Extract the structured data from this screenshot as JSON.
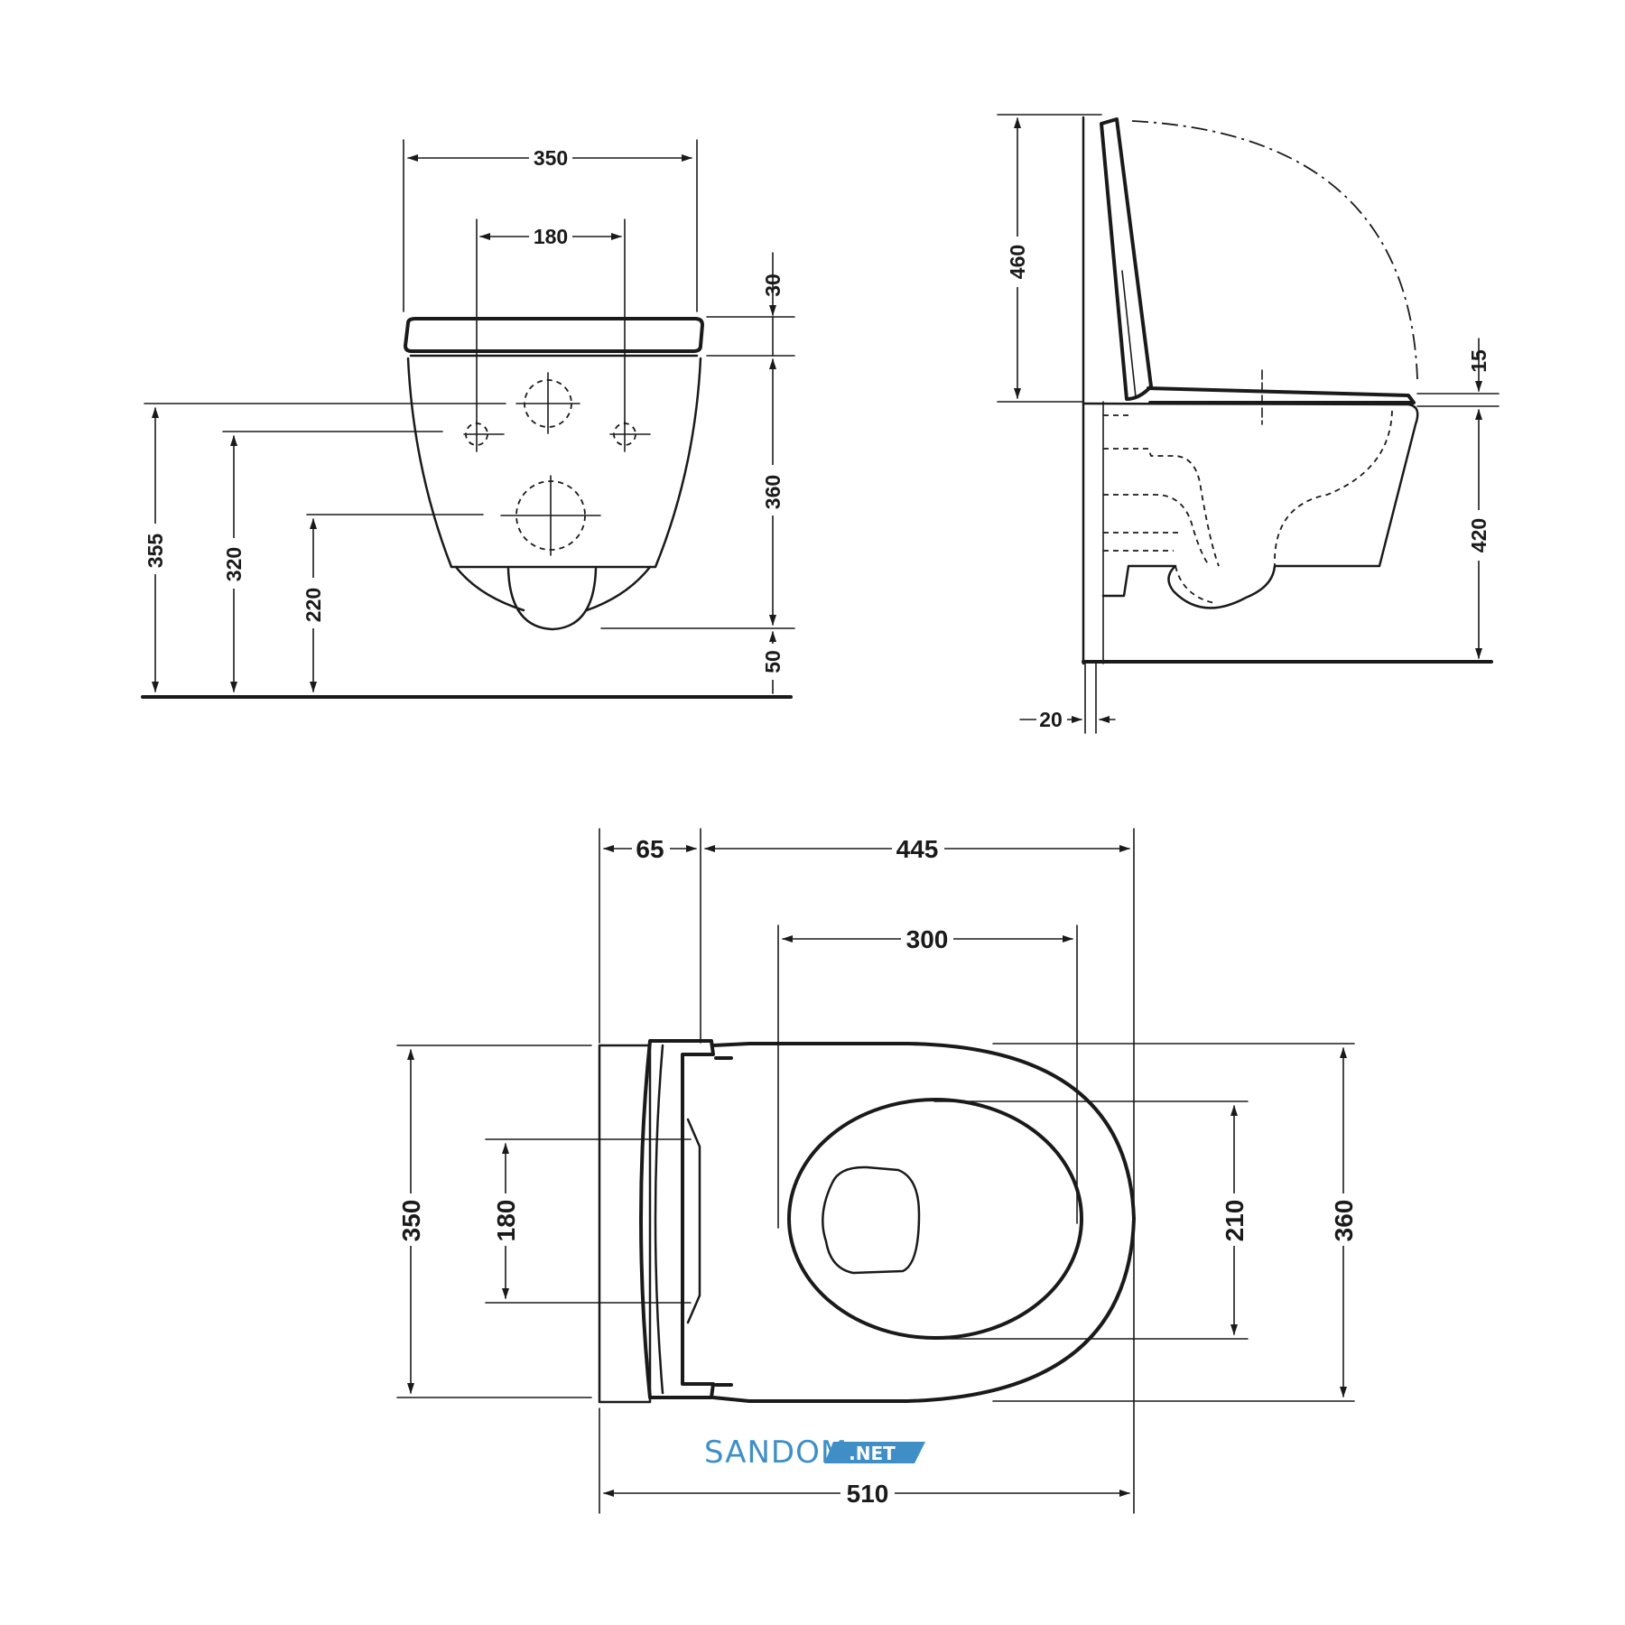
{
  "front_view": {
    "dims": {
      "width_350": "350",
      "mount_180": "180",
      "seat_30": "30",
      "bowl_360": "360",
      "clear_50": "50",
      "h_355": "355",
      "h_320": "320",
      "h_220": "220"
    }
  },
  "side_view": {
    "dims": {
      "lid_460": "460",
      "gap_15": "15",
      "height_420": "420",
      "wall_20": "20"
    }
  },
  "top_view": {
    "dims": {
      "back_65": "65",
      "length_445": "445",
      "opening_300": "300",
      "width_350": "350",
      "mount_180": "180",
      "opening_210": "210",
      "width_360": "360",
      "total_510": "510"
    }
  },
  "watermark": {
    "brand": "SANDOM",
    "badge": ".NET",
    "brand_color": "#3f8fc6"
  }
}
